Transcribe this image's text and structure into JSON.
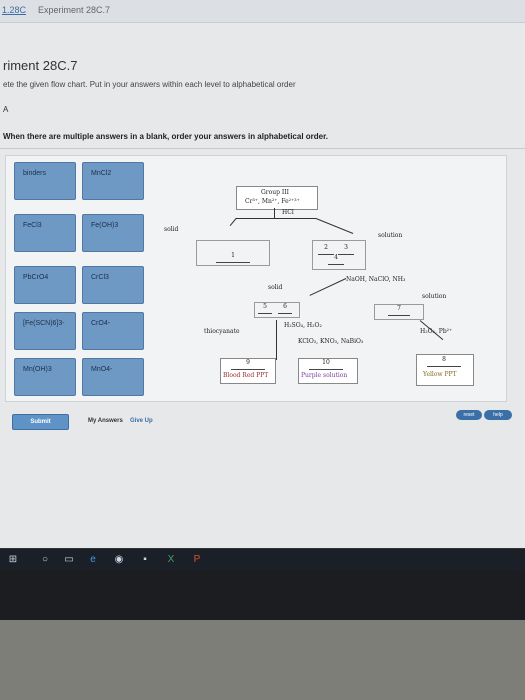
{
  "header": {
    "tab_number": "1.28C",
    "window_title": "Experiment 28C.7"
  },
  "page": {
    "title": "riment 28C.7",
    "instruction": "ete the given flow chart. Put in your answers within each level to alphabetical order",
    "bullet": "A",
    "instruction_bold": "When there are multiple answers in a blank, order your answers in alphabetical order."
  },
  "tiles": [
    {
      "label": "binders"
    },
    {
      "label": "MnCl2"
    },
    {
      "label": "FeCl3"
    },
    {
      "label": "Fe(OH)3"
    },
    {
      "label": "PbCrO4"
    },
    {
      "label": "CrCl3"
    },
    {
      "label": "[Fe(SCN)6]3-"
    },
    {
      "label": "CrO4-"
    },
    {
      "label": "Mn(OH)3"
    },
    {
      "label": "MnO4-"
    }
  ],
  "flowchart": {
    "group_title": "Group III",
    "group_ions": "Cr³⁺, Mn²⁺, Fe²⁺³⁺",
    "reagent_top": "HCl",
    "solid": "solid",
    "solution": "solution",
    "blank1": "1",
    "blank2": "2",
    "blank3": "3",
    "blank4": "4",
    "reagent_mid": "NaOH, NaClO, NH₃",
    "solid2": "solid",
    "solution2": "solution",
    "blank5": "5",
    "blank6": "6",
    "blank7": "7",
    "reagent_acid": "H₂SO₄, H₂O₂",
    "reagent_ox": "KClO₃, KNO₃, NaBiO₃",
    "thiocyanate": "thiocyanate",
    "reagent_right": "H₂O₂, Pb²⁺",
    "blank9": "9",
    "blood_red": "Blood Red PPT",
    "blank10": "10",
    "purple": "Purple solution",
    "blank8": "8",
    "yellow": "Yellow PPT"
  },
  "buttons": {
    "submit": "Submit",
    "my_answers": "My Answers",
    "give_up": "Give Up",
    "reset": "reset",
    "help": "help"
  },
  "taskbar": {
    "icons": [
      "windows-icon",
      "search-icon",
      "task-view-icon",
      "edge-icon",
      "chrome-icon",
      "store-icon",
      "excel-icon",
      "powerpoint-icon"
    ]
  }
}
